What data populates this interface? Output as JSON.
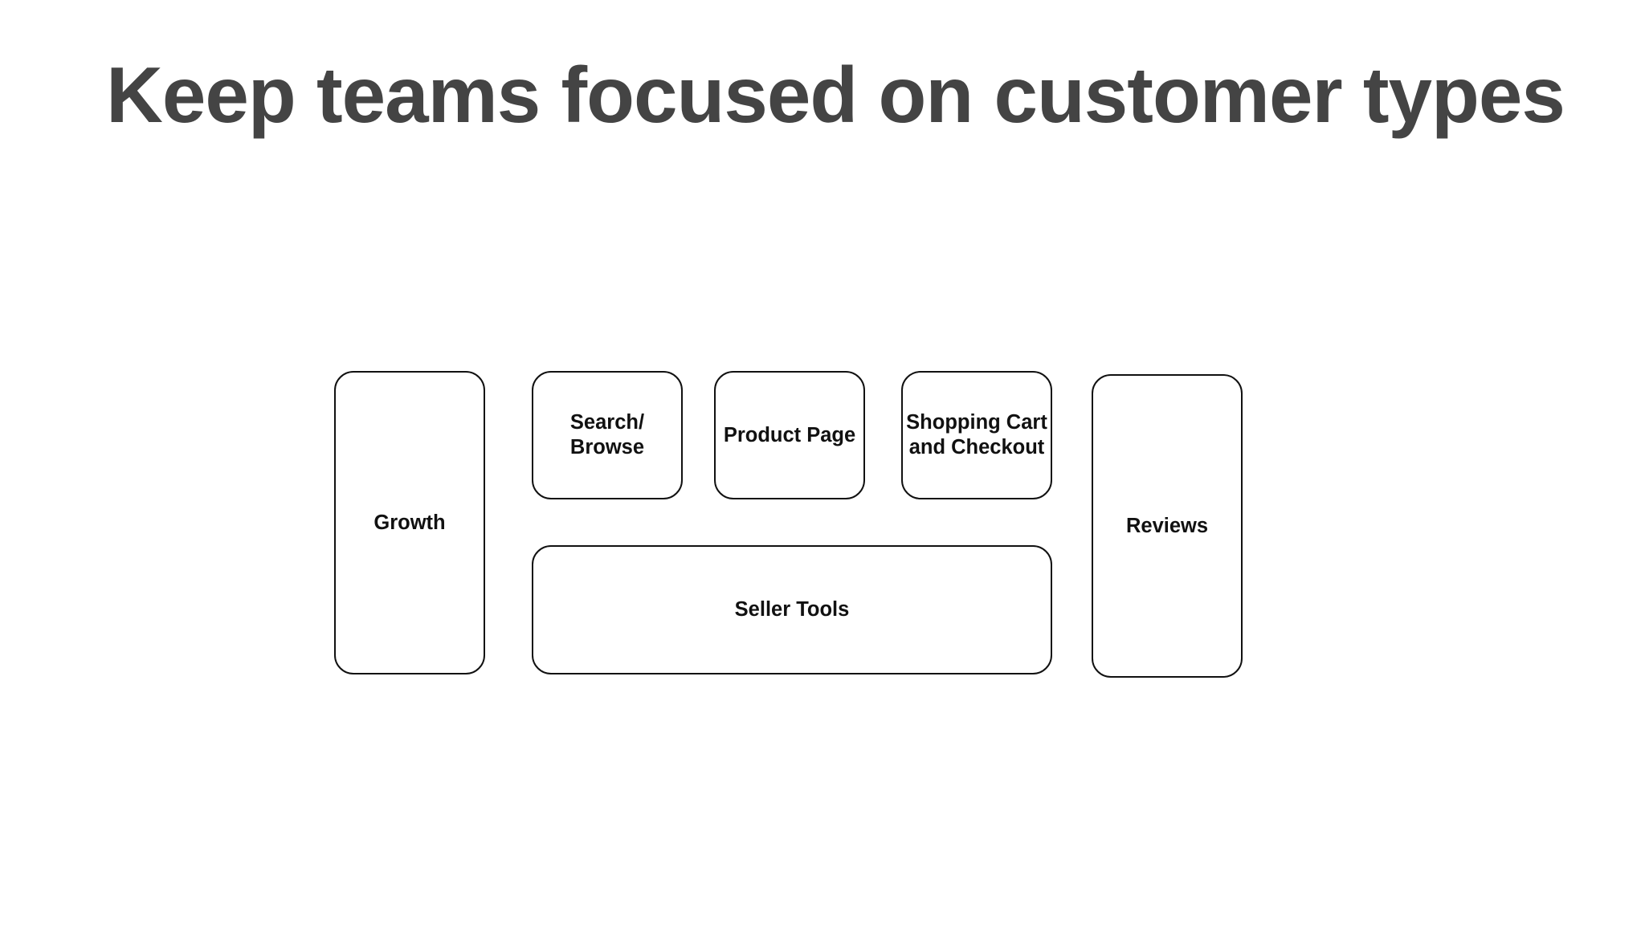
{
  "slide": {
    "title": "Keep teams focused on customer types"
  },
  "teams": {
    "growth": {
      "label": "Growth"
    },
    "search_browse": {
      "label": "Search/\nBrowse"
    },
    "product_page": {
      "label": "Product Page"
    },
    "cart_checkout": {
      "label": "Shopping Cart\nand Checkout"
    },
    "reviews": {
      "label": "Reviews"
    },
    "seller_tools": {
      "label": "Seller Tools"
    }
  },
  "colors": {
    "title_text": "#444444",
    "box_border": "#111111",
    "label_text": "#111111",
    "background": "#ffffff"
  }
}
